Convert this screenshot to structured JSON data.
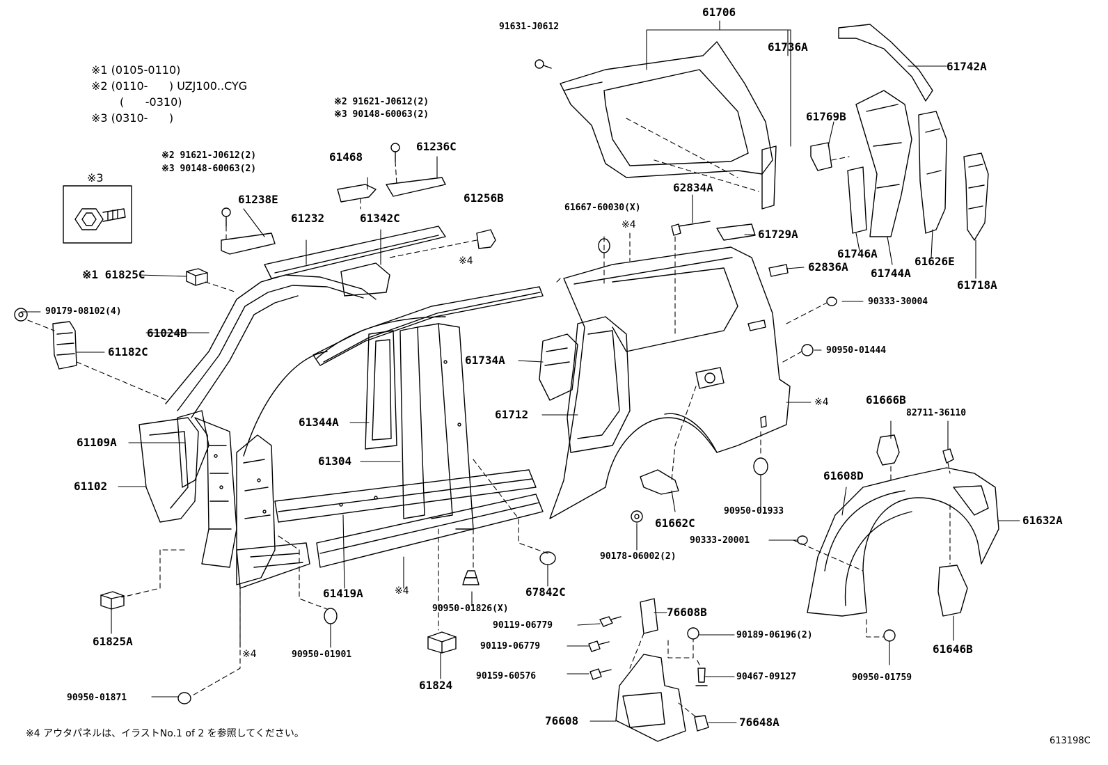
{
  "notes": {
    "n1": "※1 (0105-0110)",
    "n2": "※2 (0110-      ) UZJ100..CYG",
    "n2b": "(      -0310)",
    "n3": "※3 (0310-      )",
    "n3_box_label": "※3",
    "footnote": "※4 アウタパネルは、イラストNo.1 of 2 を参照してください。",
    "drawing_ref": "613198C"
  },
  "labels": {
    "p61706": "61706",
    "p91631_J0612": "91631-J0612",
    "p61736A": "61736A",
    "p61742A": "61742A",
    "p91621_J0612_a": "※2 91621-J0612(2)",
    "p90148_60063_a": "※3 90148-60063(2)",
    "p61236C": "61236C",
    "p61468": "61468",
    "p91621_J0612_b": "※2 91621-J0612(2)",
    "p90148_60063_b": "※3 90148-60063(2)",
    "p61238E": "61238E",
    "p61232": "61232",
    "p61342C": "61342C",
    "p61256B": "61256B",
    "p61769B": "61769B",
    "p62834A": "62834A",
    "p61667_60030": "61667-60030(X)",
    "s4_a": "※4",
    "s4_b": "※4",
    "p61729A": "61729A",
    "p61746A": "61746A",
    "p61744A": "61744A",
    "p61626E": "61626E",
    "p61718A": "61718A",
    "p62836A": "62836A",
    "p61825C": "※1 61825C",
    "p90179_08102": "90179-08102(4)",
    "p61024B": "61024B",
    "p61182C": "61182C",
    "p90333_30004": "90333-30004",
    "p90950_01444": "90950-01444",
    "p61734A": "61734A",
    "p61712": "61712",
    "s4_c": "※4",
    "p61666B": "61666B",
    "p82711_36110": "82711-36110",
    "p61344A": "61344A",
    "p61109A": "61109A",
    "p61304": "61304",
    "p61608D": "61608D",
    "p61102": "61102",
    "p61662C": "61662C",
    "p90950_01933": "90950-01933",
    "p61632A": "61632A",
    "p90333_20001": "90333-20001",
    "p90178_06002": "90178-06002(2)",
    "p67842C": "67842C",
    "p61419A": "61419A",
    "s4_d": "※4",
    "p90950_01826": "90950-01826(X)",
    "p76608B": "76608B",
    "p90119_06779_a": "90119-06779",
    "p90119_06779_b": "90119-06779",
    "p90189_06196": "90189-06196(2)",
    "p61646B": "61646B",
    "p61825A": "61825A",
    "p90950_01901": "90950-01901",
    "s4_e": "※4",
    "p90159_60576": "90159-60576",
    "p90467_09127": "90467-09127",
    "p90950_01759": "90950-01759",
    "p61824": "61824",
    "p90950_01871": "90950-01871",
    "p76608": "76608",
    "p76648A": "76648A"
  },
  "colors": {
    "ink": "#000000",
    "paper": "#ffffff"
  }
}
